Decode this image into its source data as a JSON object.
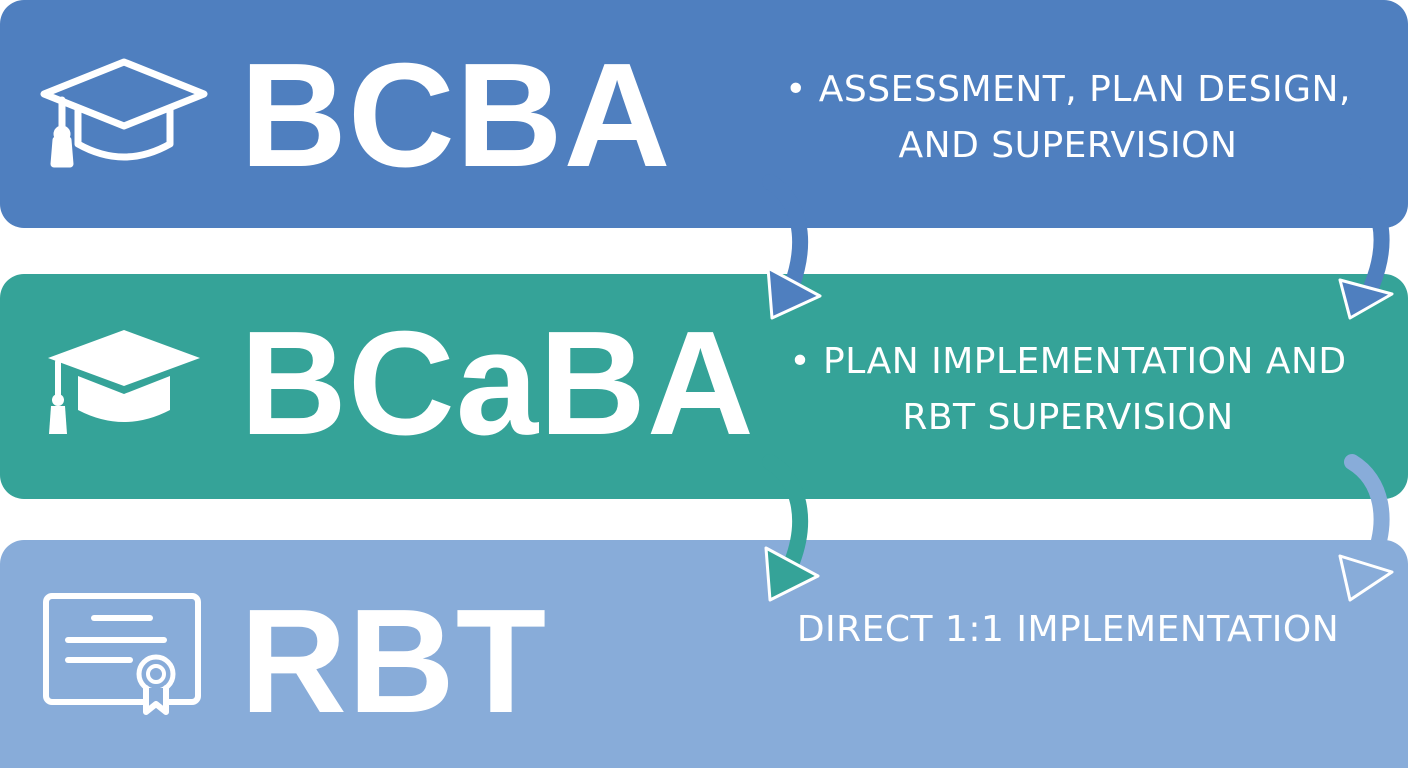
{
  "tiers": [
    {
      "title": "BCBA",
      "description": "• Assessment, Plan Design, and Supervision",
      "icon": "graduation-cap-outline-icon",
      "color": "#4f7fbf"
    },
    {
      "title": "BCaBA",
      "description": "• Plan Implementation and RBT Supervision",
      "icon": "graduation-cap-solid-icon",
      "color": "#35a398"
    },
    {
      "title": "RBT",
      "description": "Direct 1:1 Implementation",
      "icon": "certificate-icon",
      "color": "#88acd9"
    }
  ],
  "connector_colors": {
    "top_arrows": "#4f7fbf",
    "bottom_left_arrow": "#35a398",
    "bottom_right_arrow": "#88acd9"
  }
}
